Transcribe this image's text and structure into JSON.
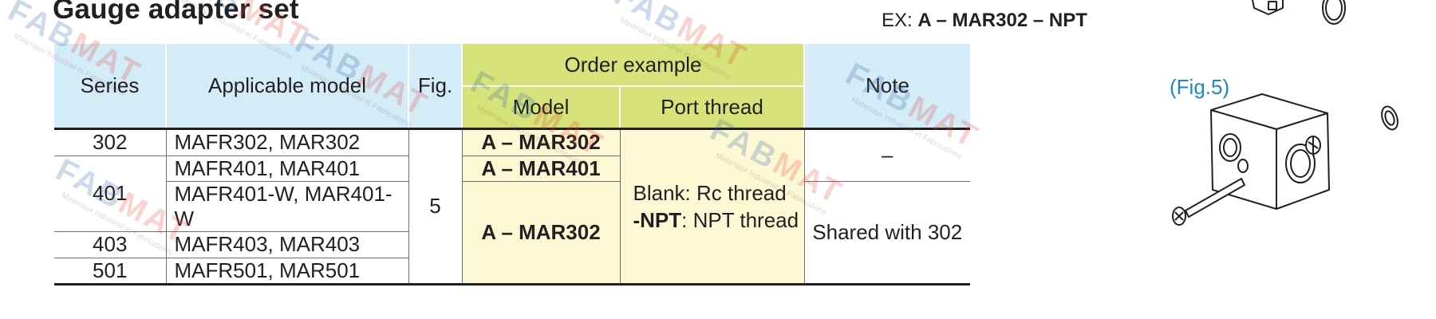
{
  "title": "Gauge adapter set",
  "example": {
    "prefix": "EX: ",
    "code": "A – MAR302 – NPT"
  },
  "headers": {
    "series": "Series",
    "applicable_model": "Applicable model",
    "fig": "Fig.",
    "order_example": "Order example",
    "model": "Model",
    "port_thread": "Port thread",
    "note": "Note"
  },
  "rows": [
    {
      "series": "302",
      "applicable_model": "MAFR302, MAR302"
    },
    {
      "series": "401",
      "applicable_model": "MAFR401, MAR401"
    },
    {
      "applicable_model": "MAFR401-W, MAR401-W"
    },
    {
      "series": "403",
      "applicable_model": "MAFR403, MAR403"
    },
    {
      "series": "501",
      "applicable_model": "MAFR501, MAR501"
    }
  ],
  "fig_value": "5",
  "order_models": [
    "A – MAR302",
    "A – MAR401",
    "A – MAR302"
  ],
  "port_thread": {
    "blank_label": "Blank",
    "blank_text": ": Rc thread",
    "npt_label": "-NPT",
    "npt_text": ": NPT thread"
  },
  "notes": {
    "first": "–",
    "second": "Shared with 302"
  },
  "figure_label": "(Fig.5)",
  "watermark": {
    "brand_a": "FAB",
    "brand_b": "MAT",
    "tagline": "Materiaux Industriel et Fabrications"
  },
  "colors": {
    "header_blue": "#d4ecf8",
    "header_green": "#d6e37a",
    "cell_yellow": "#fdf8d4",
    "figure_label_blue": "#1f87c5"
  }
}
